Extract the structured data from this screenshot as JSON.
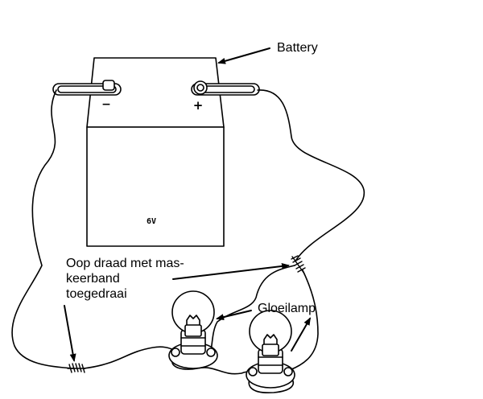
{
  "labels": {
    "battery": "Battery",
    "tape_line1": "Oop draad met mas-",
    "tape_line2": "keerband",
    "tape_line3": "toegedraai",
    "bulb": "Gloeilamp"
  },
  "battery": {
    "minus_symbol": "−",
    "plus_symbol": "+",
    "voltage_text": "6V"
  },
  "colors": {
    "ink": "#000000",
    "background": "#ffffff",
    "bulb_fill": "#ffffff"
  }
}
